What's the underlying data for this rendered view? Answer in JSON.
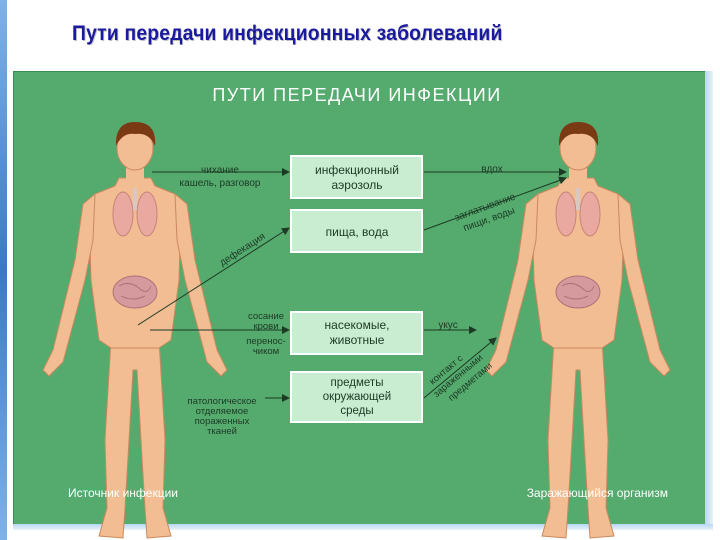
{
  "title": "Пути передачи инфекционных заболеваний",
  "diagram": {
    "header": "ПУТИ ПЕРЕДАЧИ ИНФЕКЦИИ",
    "boxes": [
      {
        "line1": "инфекционный",
        "line2": "аэрозоль"
      },
      {
        "line1": "пища, вода"
      },
      {
        "line1": "насекомые,",
        "line2": "животные"
      },
      {
        "line1": "предметы",
        "line2": "окружающей",
        "line3": "среды"
      }
    ],
    "source_labels": {
      "sneeze": {
        "line1": "чихание",
        "line2": "кашель, разговор"
      },
      "defecation": "дефекация",
      "blood": {
        "line1": "сосание",
        "line2": "крови",
        "line3": "перенос-",
        "line4": "чиком"
      },
      "pathologic": {
        "line1": "патологическое",
        "line2": "отделяемое",
        "line3": "пораженных",
        "line4": "тканей"
      }
    },
    "target_labels": {
      "inhale": "вдох",
      "swallow": {
        "line1": "заглатывание",
        "line2": "пищи, воды"
      },
      "bite": "укус",
      "contact": {
        "line1": "контакт с",
        "line2": "зараженными",
        "line3": "предметами"
      }
    },
    "source_caption": "Источник инфекции",
    "target_caption": "Заражающийся организм"
  },
  "colors": {
    "panel": "#55aa6e",
    "box_fill": "#c9edd0",
    "box_border": "#ffffff",
    "title": "#1a1aa0",
    "skin": "#f2bd92",
    "hair": "#7a3a14",
    "text": "#1c3a24"
  }
}
